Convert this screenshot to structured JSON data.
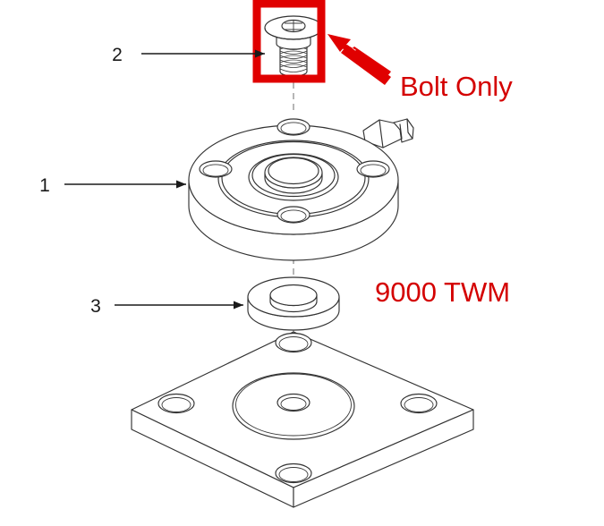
{
  "document": {
    "title": "Exploded Assembly Diagram",
    "background_color": "#ffffff",
    "line_color": "#333333",
    "accent_color": "#d40000",
    "highlight_box_color": "#e00000"
  },
  "annotations": {
    "bolt_only_label": "Bolt Only",
    "model_label": "9000 TWM"
  },
  "callouts": [
    {
      "number": "1",
      "target": "flange-body"
    },
    {
      "number": "2",
      "target": "bolt"
    },
    {
      "number": "3",
      "target": "washer"
    }
  ],
  "parts": [
    {
      "id": "bolt",
      "name": "socket-head-bolt",
      "callout": "2",
      "highlighted": true
    },
    {
      "id": "flange-body",
      "name": "round-flange-body",
      "callout": "1",
      "highlighted": false
    },
    {
      "id": "washer",
      "name": "washer-spacer-ring",
      "callout": "3",
      "highlighted": false
    },
    {
      "id": "base-plate",
      "name": "square-base-plate",
      "callout": "",
      "highlighted": false
    }
  ]
}
